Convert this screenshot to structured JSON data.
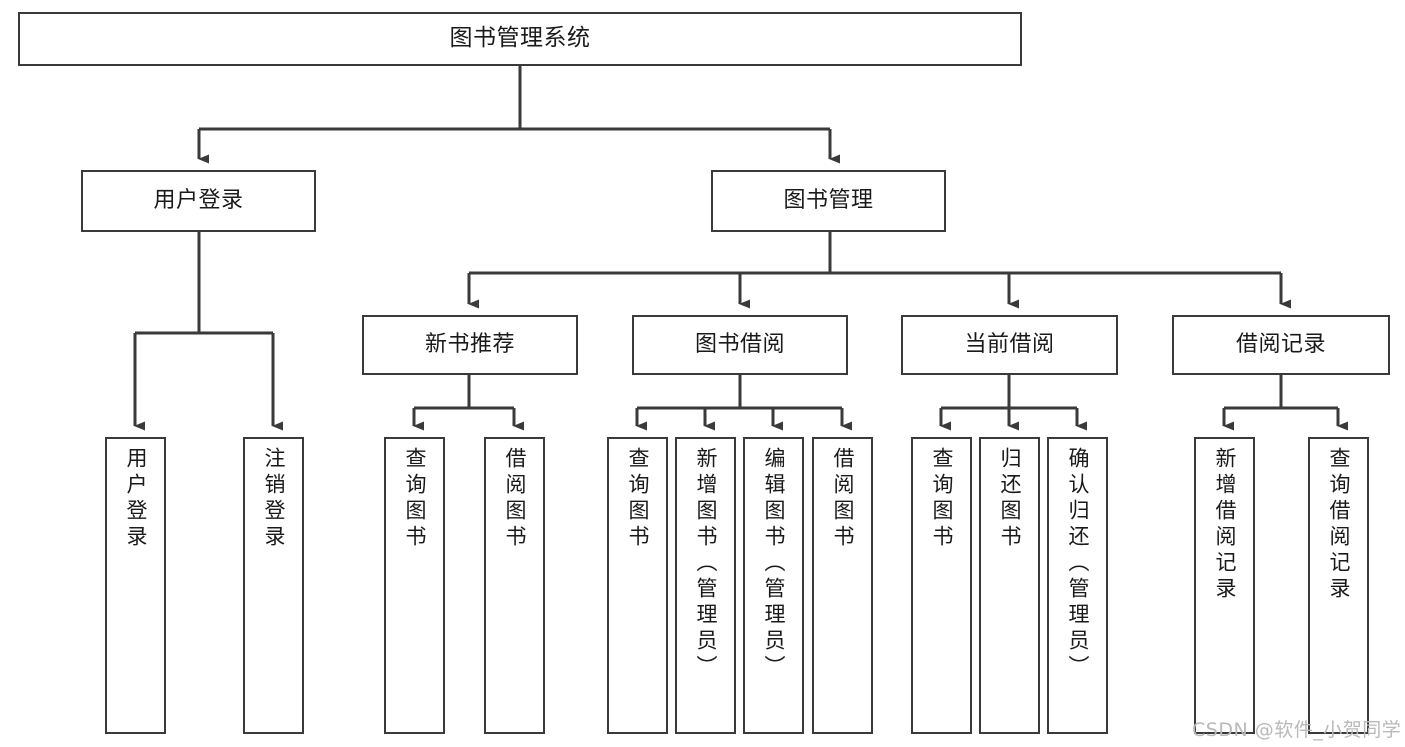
{
  "diagram": {
    "title": "图书管理系统",
    "type": "tree-hierarchy",
    "watermark": "CSDN @软件_小贺同学",
    "colors": {
      "background": "#ffffff",
      "node_border": "#3a3a3a",
      "node_fill": "#ffffff",
      "edge": "#3a3a3a",
      "text": "#1a1a1a",
      "watermark": "#b9b9b9"
    },
    "nodes": {
      "root": {
        "label": "图书管理系统"
      },
      "tier2": [
        {
          "label": "用户登录"
        },
        {
          "label": "图书管理"
        }
      ],
      "tier3": [
        {
          "label": "新书推荐"
        },
        {
          "label": "图书借阅"
        },
        {
          "label": "当前借阅"
        },
        {
          "label": "借阅记录"
        }
      ],
      "leaves": {
        "user_login": [
          {
            "label": "用户登录"
          },
          {
            "label": "注销登录"
          }
        ],
        "new_book_recommend": [
          {
            "label": "查询图书"
          },
          {
            "label": "借阅图书"
          }
        ],
        "book_borrow": [
          {
            "label": "查询图书"
          },
          {
            "label": "新增图书（管理员）"
          },
          {
            "label": "编辑图书（管理员）"
          },
          {
            "label": "借阅图书"
          }
        ],
        "current_borrow": [
          {
            "label": "查询图书"
          },
          {
            "label": "归还图书"
          },
          {
            "label": "确认归还（管理员）"
          }
        ],
        "borrow_record": [
          {
            "label": "新增借阅记录"
          },
          {
            "label": "查询借阅记录"
          }
        ]
      }
    }
  }
}
